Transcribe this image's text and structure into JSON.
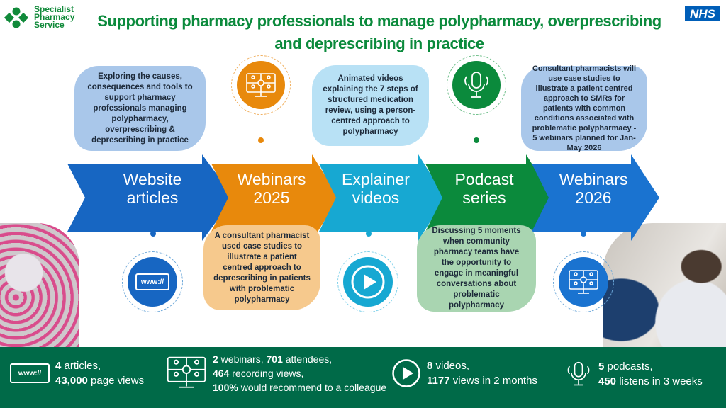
{
  "logo": {
    "line1": "Specialist",
    "line2": "Pharmacy",
    "line3": "Service"
  },
  "nhs": "NHS",
  "title": {
    "line1": "Supporting pharmacy professionals to manage polypharmacy, overprescribing",
    "line2": "and deprescribing in practice"
  },
  "stages": [
    {
      "line1": "Website",
      "line2": "articles",
      "color": "#1766c2",
      "desc": "Exploring the causes, consequences and tools to support pharmacy professionals managing polypharmacy, overprescribing & deprescribing in practice"
    },
    {
      "line1": "Webinars",
      "line2": "2025",
      "color": "#e8890c",
      "desc": "A consultant pharmacist used case studies to illustrate a patient centred approach to deprescribing in patients with problematic polypharmacy"
    },
    {
      "line1": "Explainer",
      "line2": "videos",
      "color": "#17a8d2",
      "desc": "Animated videos explaining the 7 steps of structured medication review, using a person-centred approach to polypharmacy"
    },
    {
      "line1": "Podcast",
      "line2": "series",
      "color": "#0b8a3c",
      "desc": "Discussing 5 moments when community pharmacy teams have the opportunity to engage in meaningful conversations about problematic polypharmacy"
    },
    {
      "line1": "Webinars",
      "line2": "2026",
      "color": "#1a73d0",
      "desc": "Consultant pharmacists will use case studies to illustrate a patient centred approach to SMRs for patients with common conditions associated with problematic polypharmacy - 5 webinars planned for Jan-May 2026"
    }
  ],
  "www_text": "www://",
  "stats": [
    {
      "l1b": "4",
      "l1": " articles,",
      "l2b": "43,000",
      "l2": " page views"
    },
    {
      "l1b": "2",
      "l1": " webinars, ",
      "l1b2": "701",
      "l1c": " attendees,",
      "l2b": "464",
      "l2": " recording views,",
      "l3b": "100%",
      "l3": " would recommend to a colleague"
    },
    {
      "l1b": "8",
      "l1": " videos,",
      "l2b": "1177",
      "l2": " views in 2 months"
    },
    {
      "l1b": "5",
      "l1": " podcasts,",
      "l2b": "450",
      "l2": " listens in 3 weeks"
    }
  ]
}
